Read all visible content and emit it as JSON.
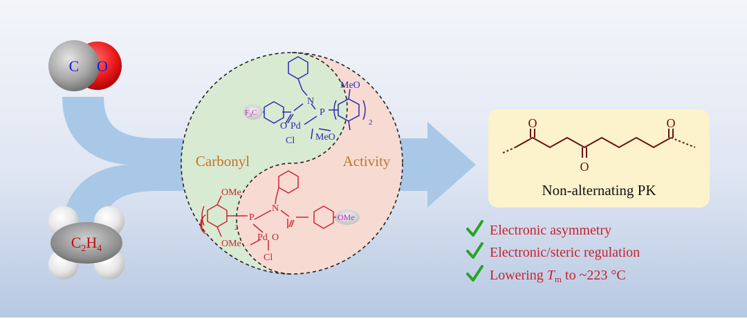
{
  "molecules": {
    "co": {
      "c": "C",
      "o": "O"
    },
    "ethylene": {
      "c": "C",
      "c_sub": "2",
      "h": "H",
      "h_sub": "4"
    }
  },
  "yinyang": {
    "left_label": "Carbonyl",
    "right_label": "Activity"
  },
  "complex_top": {
    "meo_top": "MeO",
    "n": "N",
    "p": "P",
    "pd": "Pd",
    "o": "O",
    "cl": "Cl",
    "meo_bottom": "MeO",
    "f3c_f": "F",
    "f3c_sub": "3",
    "f3c_c": "C",
    "sub_2": "2"
  },
  "complex_bottom": {
    "ome_top": "OMe",
    "p": "P",
    "n": "N",
    "pd": "Pd",
    "o": "O",
    "cl": "Cl",
    "ome_bottom": "OMe",
    "ome_right": "OMe",
    "sub_2": "2"
  },
  "product": {
    "label": "Non-alternating PK",
    "carbonyl_o": "O"
  },
  "checklist": [
    {
      "pre": "Electronic asymmetry",
      "italic": "",
      "sub": "",
      "post": ""
    },
    {
      "pre": "Electronic/steric regulation",
      "italic": "",
      "sub": "",
      "post": ""
    },
    {
      "pre": "Lowering ",
      "italic": "T",
      "sub": "m",
      "post": " to ~223 °C"
    }
  ],
  "colors": {
    "background_top": "#eef1f8",
    "background_bottom": "#b9cae4",
    "arrow": "#a9c8e8",
    "yin_green": "#d9ead2",
    "yang_pink": "#f7dbd3",
    "orange_text": "#c07428",
    "blue_structure": "#2a2ab0",
    "red_structure": "#d02030",
    "magenta": "#c020c0",
    "product_box": "#fcf2cc",
    "check_green": "#28a428",
    "checklist_text": "#c8202c"
  }
}
